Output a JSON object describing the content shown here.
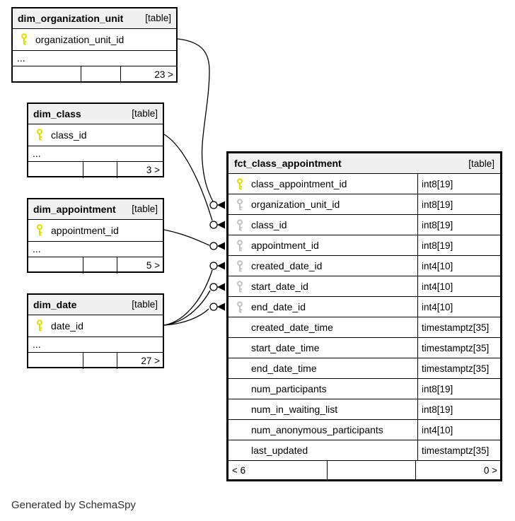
{
  "note": "Generated by SchemaSpy",
  "colors": {
    "primary_key_icon": "#dfe000",
    "foreign_key_icon": "#c4c4c4",
    "header_background": "#f0f0f0",
    "border": "#000000",
    "background": "#ffffff"
  },
  "tables": {
    "dim_organization_unit": {
      "title": "dim_organization_unit",
      "badge": "[table]",
      "columns": [
        {
          "name": "organization_unit_id",
          "key": "PK"
        }
      ],
      "ellipsis": "...",
      "footer": {
        "left": "",
        "mid": "",
        "right": "23 >"
      }
    },
    "dim_class": {
      "title": "dim_class",
      "badge": "[table]",
      "columns": [
        {
          "name": "class_id",
          "key": "PK"
        }
      ],
      "ellipsis": "...",
      "footer": {
        "left": "",
        "mid": "",
        "right": "3 >"
      }
    },
    "dim_appointment": {
      "title": "dim_appointment",
      "badge": "[table]",
      "columns": [
        {
          "name": "appointment_id",
          "key": "PK"
        }
      ],
      "ellipsis": "...",
      "footer": {
        "left": "",
        "mid": "",
        "right": "5 >"
      }
    },
    "dim_date": {
      "title": "dim_date",
      "badge": "[table]",
      "columns": [
        {
          "name": "date_id",
          "key": "PK"
        }
      ],
      "ellipsis": "...",
      "footer": {
        "left": "",
        "mid": "",
        "right": "27 >"
      }
    },
    "fct_class_appointment": {
      "title": "fct_class_appointment",
      "badge": "[table]",
      "columns": [
        {
          "name": "class_appointment_id",
          "type": "int8[19]",
          "key": "PK"
        },
        {
          "name": "organization_unit_id",
          "type": "int8[19]",
          "key": "FK"
        },
        {
          "name": "class_id",
          "type": "int8[19]",
          "key": "FK"
        },
        {
          "name": "appointment_id",
          "type": "int8[19]",
          "key": "FK"
        },
        {
          "name": "created_date_id",
          "type": "int4[10]",
          "key": "FK"
        },
        {
          "name": "start_date_id",
          "type": "int4[10]",
          "key": "FK"
        },
        {
          "name": "end_date_id",
          "type": "int4[10]",
          "key": "FK"
        },
        {
          "name": "created_date_time",
          "type": "timestamptz[35]",
          "key": ""
        },
        {
          "name": "start_date_time",
          "type": "timestamptz[35]",
          "key": ""
        },
        {
          "name": "end_date_time",
          "type": "timestamptz[35]",
          "key": ""
        },
        {
          "name": "num_participants",
          "type": "int8[19]",
          "key": ""
        },
        {
          "name": "num_in_waiting_list",
          "type": "int8[19]",
          "key": ""
        },
        {
          "name": "num_anonymous_participants",
          "type": "int4[10]",
          "key": ""
        },
        {
          "name": "last_updated",
          "type": "timestamptz[35]",
          "key": ""
        }
      ],
      "footer": {
        "left": "< 6",
        "mid": "",
        "right": "0 >"
      }
    }
  },
  "relationships": [
    {
      "from": "dim_organization_unit.organization_unit_id",
      "to": "fct_class_appointment.organization_unit_id"
    },
    {
      "from": "dim_class.class_id",
      "to": "fct_class_appointment.class_id"
    },
    {
      "from": "dim_appointment.appointment_id",
      "to": "fct_class_appointment.appointment_id"
    },
    {
      "from": "dim_date.date_id",
      "to": "fct_class_appointment.created_date_id"
    },
    {
      "from": "dim_date.date_id",
      "to": "fct_class_appointment.start_date_id"
    },
    {
      "from": "dim_date.date_id",
      "to": "fct_class_appointment.end_date_id"
    }
  ]
}
